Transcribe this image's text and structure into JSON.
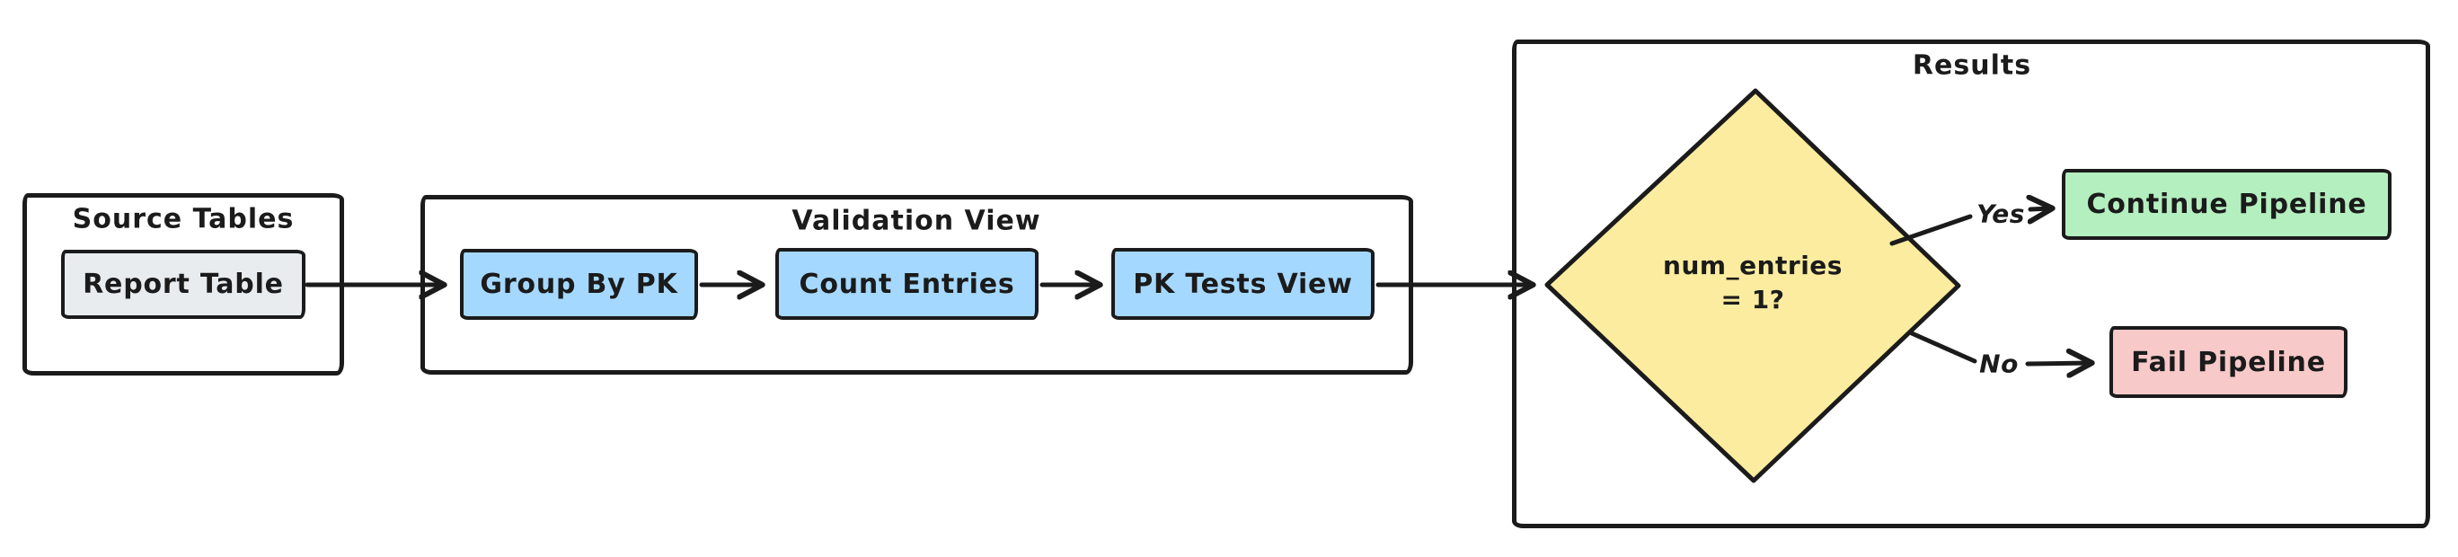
{
  "flow": {
    "source": {
      "title": "Source Tables",
      "node": "Report Table"
    },
    "validation": {
      "title": "Validation View",
      "nodes": [
        "Group By PK",
        "Count Entries",
        "PK Tests View"
      ]
    },
    "results": {
      "title": "Results",
      "decision": {
        "line1": "num_entries",
        "line2": "= 1?"
      },
      "yes_label": "Yes",
      "yes_node": "Continue Pipeline",
      "no_label": "No",
      "no_node": "Fail Pipeline"
    }
  },
  "colors": {
    "ink": "#1b1b1b",
    "canvas_bg": "#ffffff",
    "node_gray": "#e9ecef",
    "node_blue": "#a5d8ff",
    "decision_yellow": "#fbec9f",
    "success_green": "#b4efbf",
    "fail_red": "#f8c9c9"
  }
}
